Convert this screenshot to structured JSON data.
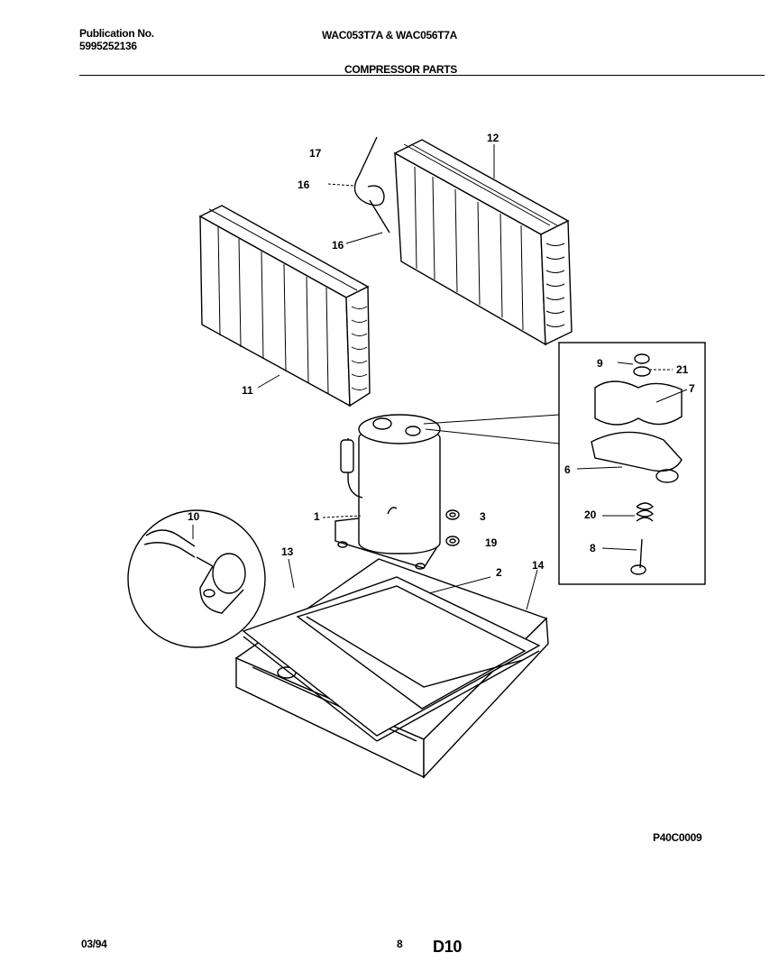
{
  "header": {
    "publication_label": "Publication No.",
    "publication_number": "5995252136",
    "models": "WAC053T7A & WAC056T7A",
    "section_title": "COMPRESSOR PARTS"
  },
  "callouts": {
    "c1": "1",
    "c2": "2",
    "c3": "3",
    "c6": "6",
    "c7": "7",
    "c8": "8",
    "c9": "9",
    "c10": "10",
    "c11": "11",
    "c12": "12",
    "c13": "13",
    "c14": "14",
    "c16a": "16",
    "c16b": "16",
    "c17": "17",
    "c19": "19",
    "c20": "20",
    "c21": "21"
  },
  "footer": {
    "drawing_code": "P40C0009",
    "date": "03/94",
    "page_number": "8",
    "page_code": "D10"
  }
}
